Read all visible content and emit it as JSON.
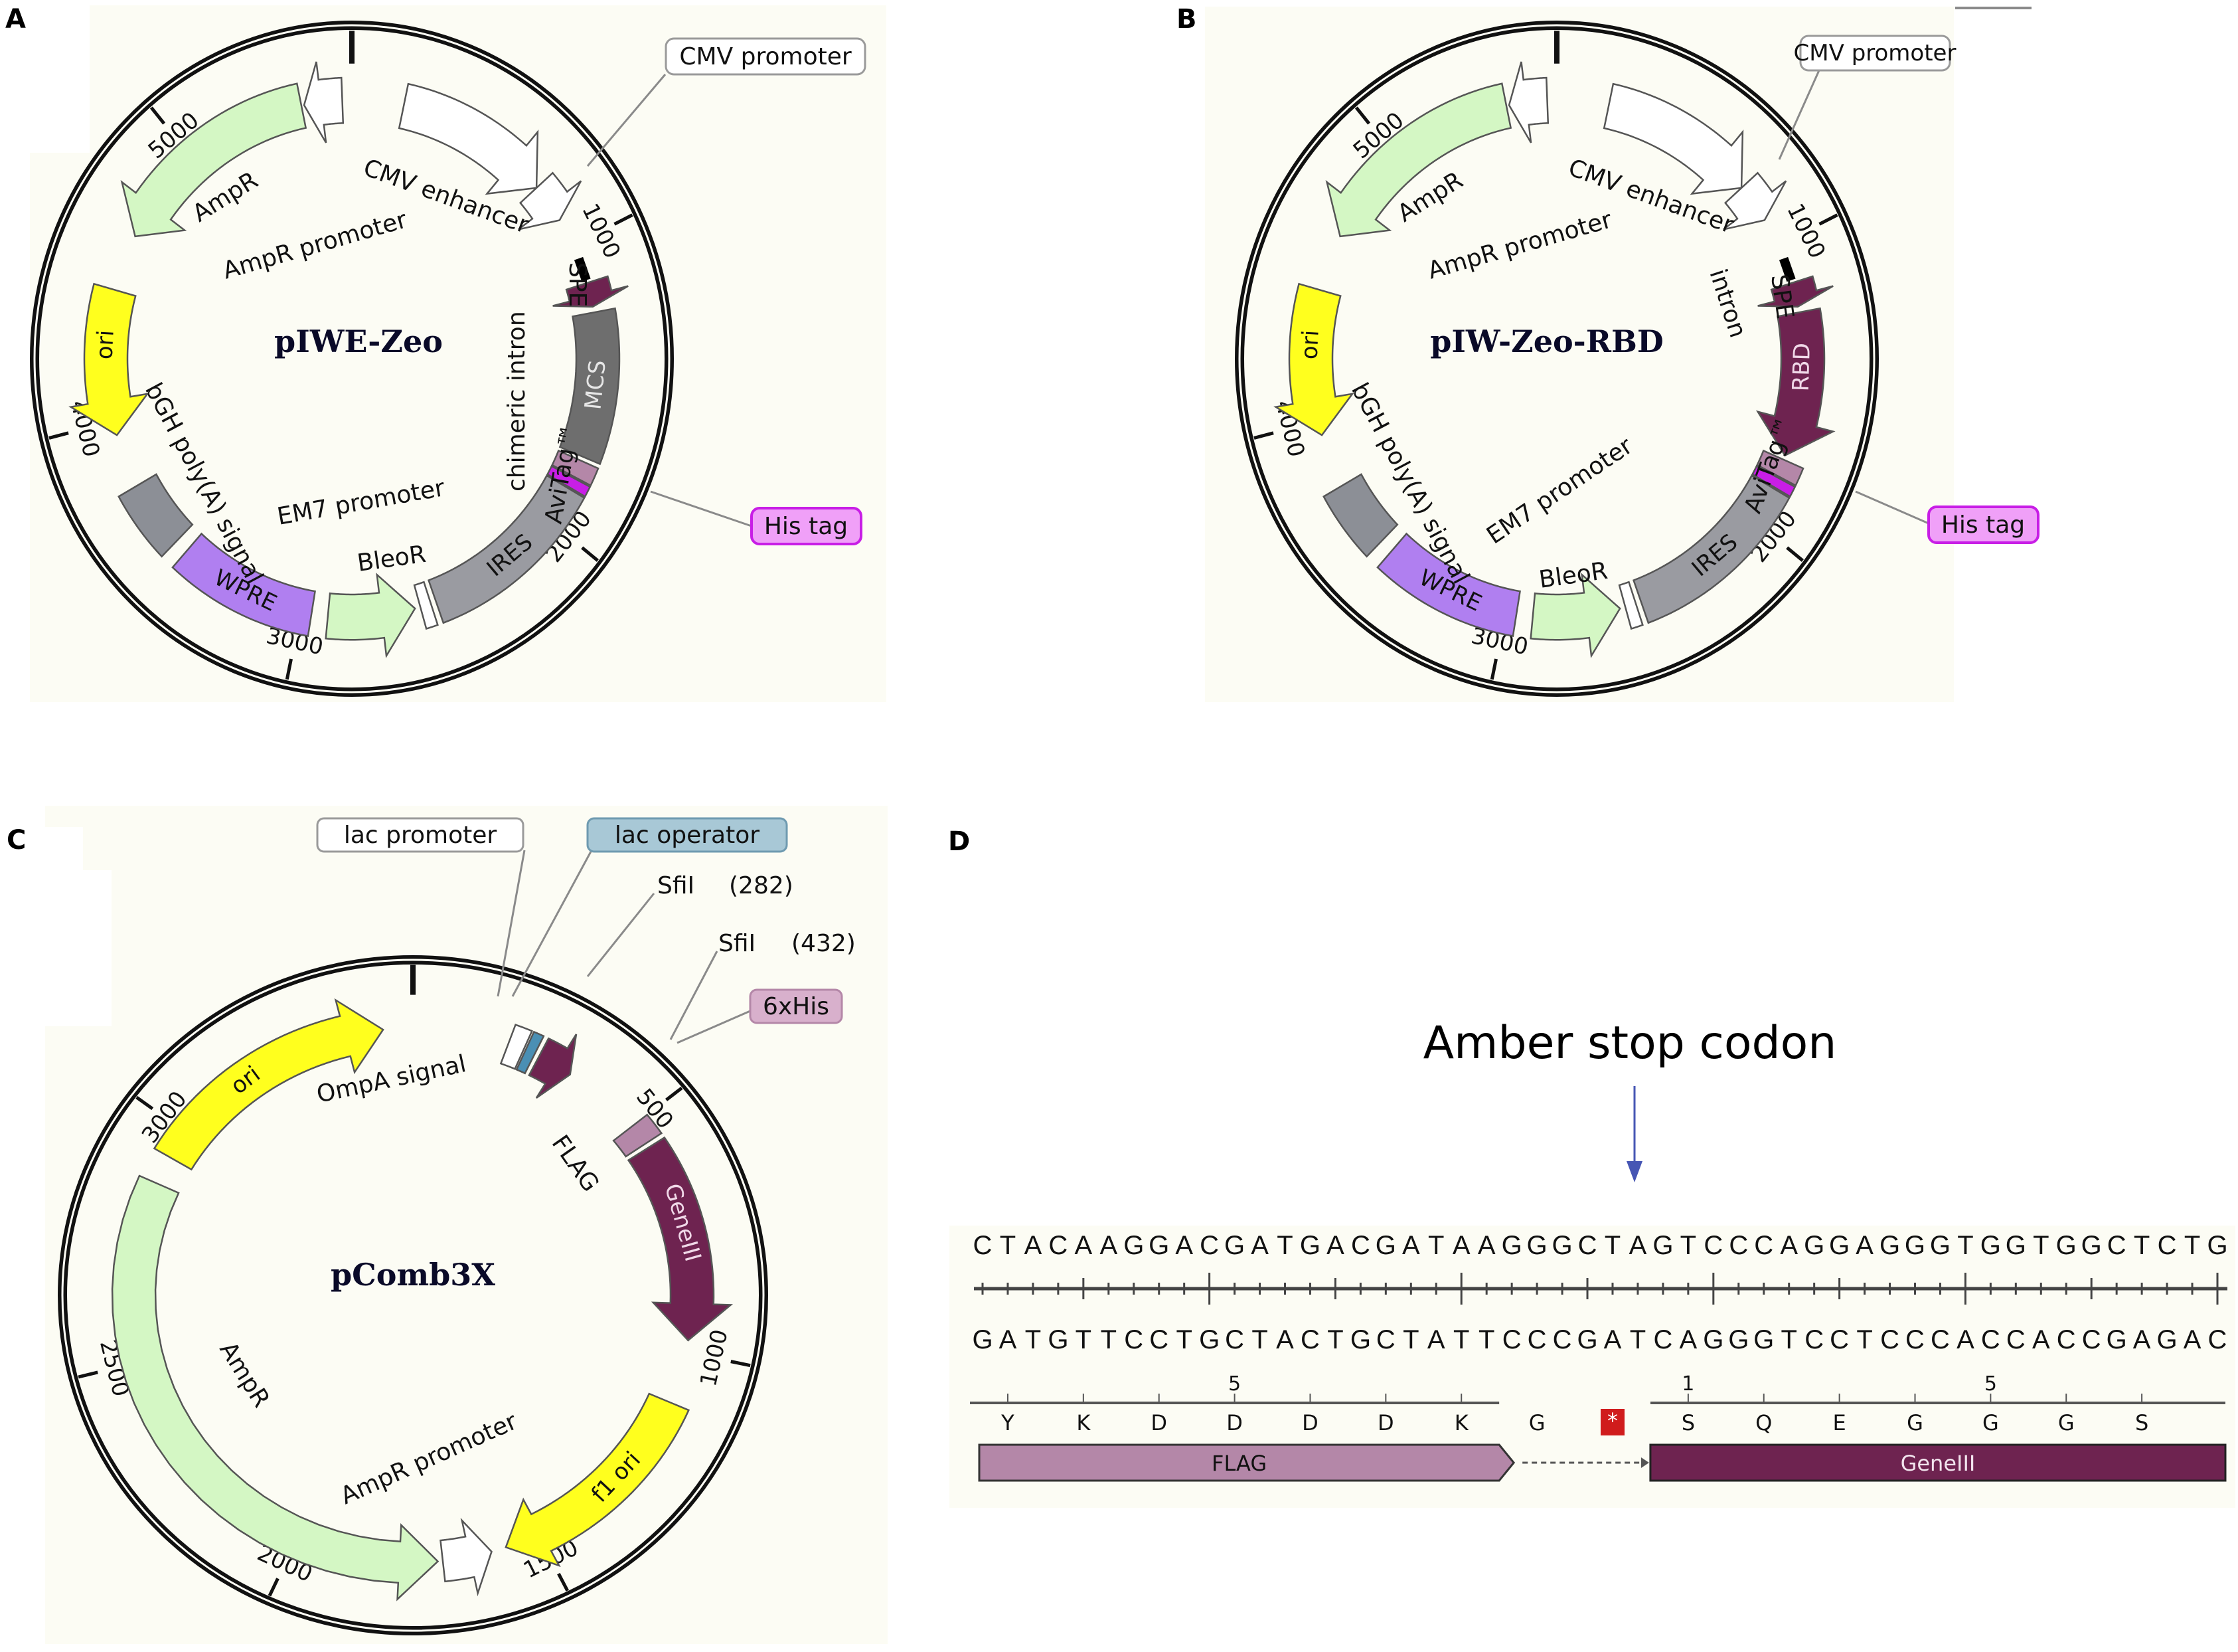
{
  "figure": {
    "panels": [
      {
        "letter": "A",
        "plasmid_name": "pIWE-Zeo",
        "total_bp": 5625,
        "ticks": [
          {
            "bp": 0,
            "label": ""
          },
          {
            "bp": 1000,
            "label": "1000"
          },
          {
            "bp": 2000,
            "label": "2000"
          },
          {
            "bp": 3000,
            "label": "3000"
          },
          {
            "bp": 4000,
            "label": "4000"
          },
          {
            "bp": 5000,
            "label": "5000"
          }
        ],
        "features": [
          {
            "name": "CMV enhancer",
            "start": 190,
            "end": 760,
            "dir": 1,
            "color": "#ffffff",
            "kind": "arrow"
          },
          {
            "name": "CMV promoter",
            "start": 760,
            "end": 900,
            "dir": 1,
            "color": "#ffffff",
            "kind": "arrowhead"
          },
          {
            "name": "chimeric intron",
            "start": 1050,
            "end": 1130,
            "dir": 0,
            "color": "#000000",
            "kind": "bar"
          },
          {
            "name": "SPE",
            "start": 1140,
            "end": 1225,
            "dir": 1,
            "color": "#6e2350",
            "kind": "arrow"
          },
          {
            "name": "MCS",
            "start": 1245,
            "end": 1750,
            "dir": 0,
            "color": "#6e6e6e",
            "kind": "block",
            "text_color": "#e6e6e6"
          },
          {
            "name": "AviTag™",
            "start": 1765,
            "end": 1825,
            "dir": 0,
            "color": "#b487a8",
            "kind": "block"
          },
          {
            "name": "His tag",
            "start": 1830,
            "end": 1865,
            "dir": 0,
            "color": "#c81ee6",
            "kind": "block"
          },
          {
            "name": "IRES",
            "start": 1870,
            "end": 2500,
            "dir": 0,
            "color": "#9a9ba1",
            "kind": "block"
          },
          {
            "name": "EM7 promoter",
            "start": 2520,
            "end": 2560,
            "dir": 0,
            "color": "#ffffff",
            "kind": "block"
          },
          {
            "name": "BleoR",
            "start": 2580,
            "end": 2900,
            "dir": -1,
            "color": "#d4f7c4",
            "kind": "arrow"
          },
          {
            "name": "WPRE",
            "start": 2960,
            "end": 3470,
            "dir": 0,
            "color": "#b07ff0",
            "kind": "block"
          },
          {
            "name": "bGH poly(A) signal",
            "start": 3520,
            "end": 3760,
            "dir": 0,
            "color": "#8c8f96",
            "kind": "block"
          },
          {
            "name": "ori",
            "start": 3950,
            "end": 4460,
            "dir": -1,
            "color": "#ffff1e",
            "kind": "arrow"
          },
          {
            "name": "AmpR",
            "start": 4660,
            "end": 5440,
            "dir": -1,
            "color": "#d4f7c4",
            "kind": "arrow"
          },
          {
            "name": "AmpR promoter",
            "start": 5450,
            "end": 5590,
            "dir": -1,
            "color": "#ffffff",
            "kind": "arrow"
          }
        ],
        "labels": {
          "cmv_promoter": "CMV promoter",
          "cmv_enhancer": "CMV enhancer",
          "ampr": "AmpR",
          "ampr_promoter": "AmpR promoter",
          "intron": "chimeric intron",
          "spe": "SPE",
          "mcs": "MCS",
          "avitag": "AviTag™",
          "his_tag": "His tag",
          "ires": "IRES",
          "em7": "EM7 promoter",
          "bleor": "BleoR",
          "wpre": "WPRE",
          "bgh": "bGH poly(A) signal",
          "ori": "ori"
        }
      },
      {
        "letter": "B",
        "plasmid_name": "pIW-Zeo-RBD",
        "total_bp": 5625,
        "ticks": [
          {
            "bp": 0,
            "label": ""
          },
          {
            "bp": 1000,
            "label": "1000"
          },
          {
            "bp": 2000,
            "label": "2000"
          },
          {
            "bp": 3000,
            "label": "3000"
          },
          {
            "bp": 4000,
            "label": "4000"
          },
          {
            "bp": 5000,
            "label": "5000"
          }
        ],
        "features": [
          {
            "name": "CMV enhancer",
            "start": 190,
            "end": 760,
            "dir": 1,
            "color": "#ffffff",
            "kind": "arrow"
          },
          {
            "name": "CMV promoter",
            "start": 760,
            "end": 900,
            "dir": 1,
            "color": "#ffffff",
            "kind": "arrowhead"
          },
          {
            "name": "intron",
            "start": 1050,
            "end": 1130,
            "dir": 0,
            "color": "#000000",
            "kind": "bar"
          },
          {
            "name": "SPE",
            "start": 1140,
            "end": 1225,
            "dir": 1,
            "color": "#6e2350",
            "kind": "arrow"
          },
          {
            "name": "RBD",
            "start": 1245,
            "end": 1750,
            "dir": 1,
            "color": "#6e2350",
            "kind": "arrow",
            "text_color": "#f0d8e8"
          },
          {
            "name": "AviTag™",
            "start": 1765,
            "end": 1825,
            "dir": 0,
            "color": "#b487a8",
            "kind": "block"
          },
          {
            "name": "His tag",
            "start": 1830,
            "end": 1865,
            "dir": 0,
            "color": "#c81ee6",
            "kind": "block"
          },
          {
            "name": "IRES",
            "start": 1870,
            "end": 2500,
            "dir": 0,
            "color": "#9a9ba1",
            "kind": "block"
          },
          {
            "name": "EM7 promoter",
            "start": 2520,
            "end": 2560,
            "dir": 0,
            "color": "#ffffff",
            "kind": "block"
          },
          {
            "name": "BleoR",
            "start": 2580,
            "end": 2900,
            "dir": -1,
            "color": "#d4f7c4",
            "kind": "arrow"
          },
          {
            "name": "WPRE",
            "start": 2960,
            "end": 3470,
            "dir": 0,
            "color": "#b07ff0",
            "kind": "block"
          },
          {
            "name": "bGH poly(A) signal",
            "start": 3520,
            "end": 3760,
            "dir": 0,
            "color": "#8c8f96",
            "kind": "block"
          },
          {
            "name": "ori",
            "start": 3950,
            "end": 4460,
            "dir": -1,
            "color": "#ffff1e",
            "kind": "arrow"
          },
          {
            "name": "AmpR",
            "start": 4660,
            "end": 5440,
            "dir": -1,
            "color": "#d4f7c4",
            "kind": "arrow"
          },
          {
            "name": "AmpR promoter",
            "start": 5450,
            "end": 5590,
            "dir": -1,
            "color": "#ffffff",
            "kind": "arrow"
          }
        ],
        "labels": {
          "cmv_promoter": "CMV promoter",
          "cmv_enhancer": "CMV enhancer",
          "ampr": "AmpR",
          "ampr_promoter": "AmpR promoter",
          "intron": "intron",
          "spe": "SPE",
          "rbd": "RBD",
          "avitag": "AviTag™",
          "his_tag": "His tag",
          "ires": "IRES",
          "em7": "EM7 promoter",
          "bleor": "BleoR",
          "wpre": "WPRE",
          "bgh": "bGH poly(A) signal",
          "ori": "ori"
        }
      },
      {
        "letter": "C",
        "plasmid_name": "pComb3X",
        "total_bp": 3520,
        "ticks": [
          {
            "bp": 0,
            "label": ""
          },
          {
            "bp": 500,
            "label": "500"
          },
          {
            "bp": 1000,
            "label": "1000"
          },
          {
            "bp": 1500,
            "label": "1500"
          },
          {
            "bp": 2000,
            "label": "2000"
          },
          {
            "bp": 2500,
            "label": "2500"
          },
          {
            "bp": 3000,
            "label": "3000"
          }
        ],
        "features": [
          {
            "name": "lac promoter",
            "start": 195,
            "end": 228,
            "dir": 0,
            "color": "#ffffff",
            "kind": "block"
          },
          {
            "name": "lac operator",
            "start": 232,
            "end": 252,
            "dir": 0,
            "color": "#4a8fb4",
            "kind": "block"
          },
          {
            "name": "OmpA signal",
            "start": 262,
            "end": 335,
            "dir": 1,
            "color": "#6e2350",
            "kind": "arrow"
          },
          {
            "name": "FLAG",
            "start": 500,
            "end": 545,
            "dir": 0,
            "color": "#b487a8",
            "kind": "block"
          },
          {
            "name": "GeneIII",
            "start": 555,
            "end": 975,
            "dir": 1,
            "color": "#6e2350",
            "kind": "arrow",
            "text_color": "#f0d8e8"
          },
          {
            "name": "f1 ori",
            "start": 1110,
            "end": 1570,
            "dir": 1,
            "color": "#ffff1e",
            "kind": "arrow"
          },
          {
            "name": "AmpR promoter",
            "start": 1600,
            "end": 1700,
            "dir": -1,
            "color": "#ffffff",
            "kind": "arrow"
          },
          {
            "name": "AmpR",
            "start": 1710,
            "end": 2880,
            "dir": -1,
            "color": "#d4f7c4",
            "kind": "arrow"
          },
          {
            "name": "ori",
            "start": 2940,
            "end": 3460,
            "dir": 1,
            "color": "#ffff1e",
            "kind": "arrow"
          }
        ],
        "labels": {
          "lac_promoter": "lac promoter",
          "lac_operator": "lac operator",
          "sfi1_a": "SfiI",
          "sfi1_a_pos": "(282)",
          "sfi1_b": "SfiI",
          "sfi1_b_pos": "(432)",
          "his6": "6xHis",
          "ompa": "OmpA signal",
          "flag": "FLAG",
          "geneiii": "GeneIII",
          "f1ori": "f1 ori",
          "ampr_promoter": "AmpR promoter",
          "ampr": "AmpR",
          "ori": "ori"
        }
      }
    ],
    "sequence_panel": {
      "letter": "D",
      "annotation": "Amber stop codon",
      "arrow_color": "#4656b4",
      "top_strand": "CTACAAGGACGATGACGATAAGGGCTAGTCCCAGGAGGGTGGTGGCTCTG",
      "bottom_strand": "GATGTTCCTGCTACTGCTATTCCCGATCAGGGTCCTCCCACCACCGAGAC",
      "translation_left": {
        "numbers": [
          "",
          "",
          "",
          "5",
          "",
          "",
          ""
        ],
        "residues": [
          "Y",
          "K",
          "D",
          "D",
          "D",
          "D",
          "K"
        ]
      },
      "linker_residues": [
        "G"
      ],
      "stop_symbol": "*",
      "translation_right": {
        "numbers": [
          "1",
          "",
          "",
          "",
          "5",
          "",
          ""
        ],
        "residues": [
          "S",
          "Q",
          "E",
          "G",
          "G",
          "G",
          "S"
        ]
      },
      "features": [
        {
          "name": "FLAG",
          "color": "#b487a8"
        },
        {
          "name": "GeneIII",
          "color": "#6e2350"
        }
      ]
    }
  }
}
